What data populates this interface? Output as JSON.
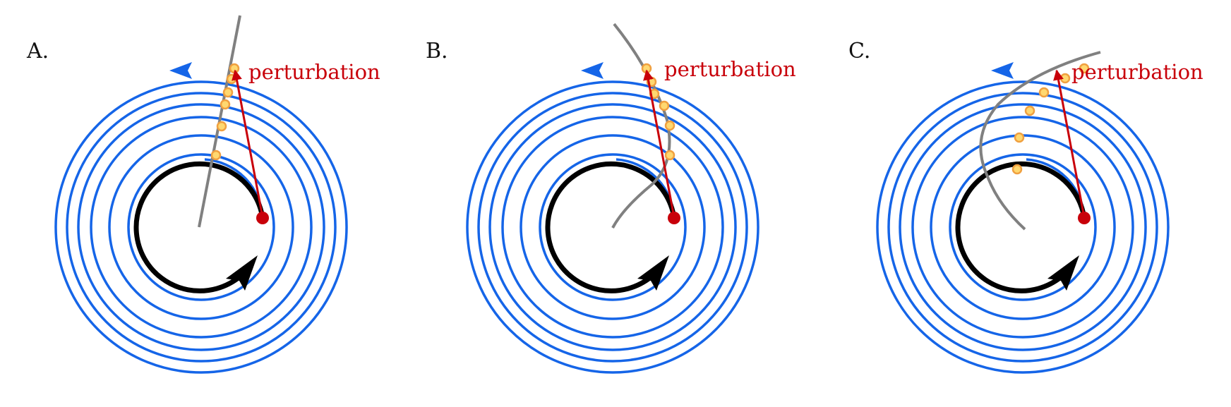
{
  "panels": [
    {
      "id": "a",
      "letter": "A.",
      "annotation": "perturbation",
      "isochron_shape": "straight"
    },
    {
      "id": "b",
      "letter": "B.",
      "annotation": "perturbation",
      "isochron_shape": "curved-left"
    },
    {
      "id": "c",
      "letter": "C.",
      "annotation": "perturbation",
      "isochron_shape": "curved-right"
    }
  ],
  "colors": {
    "spiral": "#1565e8",
    "limit_cycle": "#000000",
    "isochron": "#808080",
    "perturbation": "#c8000a",
    "marker_fill": "#ffd870",
    "marker_stroke": "#f0a040"
  }
}
